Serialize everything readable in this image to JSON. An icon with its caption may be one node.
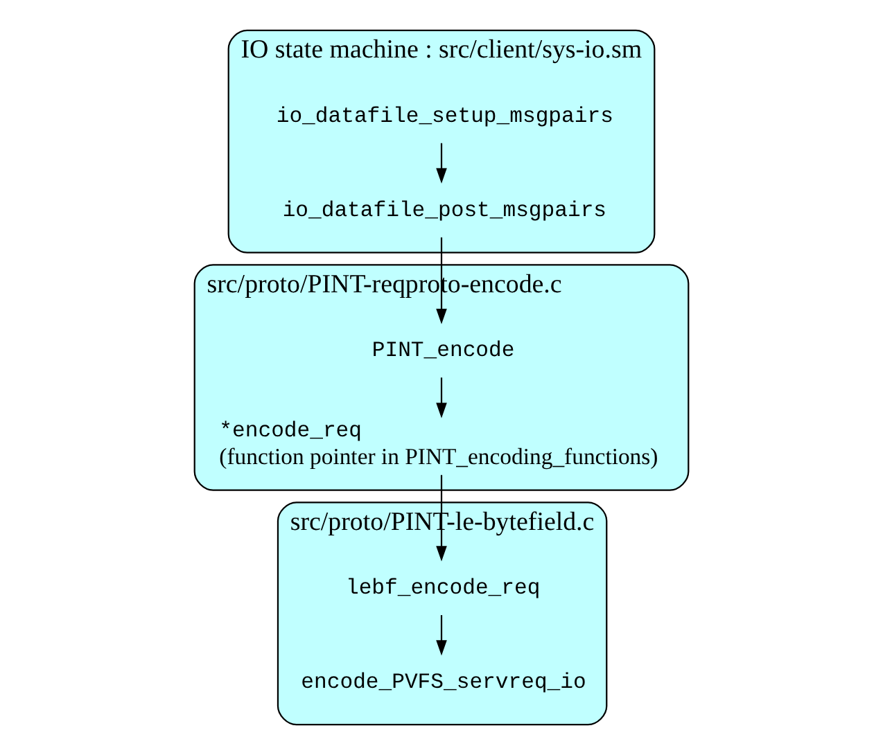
{
  "diagram": {
    "nodes": [
      {
        "text": [
          "IO state machine : src/client/sys-io.sm"
        ]
      },
      {
        "text": [
          "io_datafile_setup_msgpairs"
        ],
        "in": 0
      },
      {
        "text": [
          "io_datafile_post_msgpairs"
        ],
        "in": 0
      },
      {
        "text": [
          "src/proto/PINT-reqproto-encode.c"
        ]
      },
      {
        "text": [
          "PINT_encode"
        ],
        "in": 3
      },
      {
        "text": [
          "*encode_req",
          "(function pointer in PINT_encoding_functions)"
        ],
        "in": 3
      },
      {
        "text": [
          "src/proto/PINT-le-bytefield.c"
        ]
      },
      {
        "text": [
          "lebf_encode_req"
        ],
        "in": 6
      },
      {
        "text": [
          "encode_PVFS_servreq_io"
        ],
        "in": 6
      }
    ],
    "edges": [
      {
        "from": 1,
        "to": 2,
        "arrow": "to"
      },
      {
        "from": 2,
        "to": 4,
        "arrow": "to"
      },
      {
        "from": 4,
        "to": 5,
        "arrow": "to"
      },
      {
        "from": 5,
        "to": 7,
        "arrow": "to"
      },
      {
        "from": 7,
        "to": 8,
        "arrow": "to"
      }
    ]
  }
}
